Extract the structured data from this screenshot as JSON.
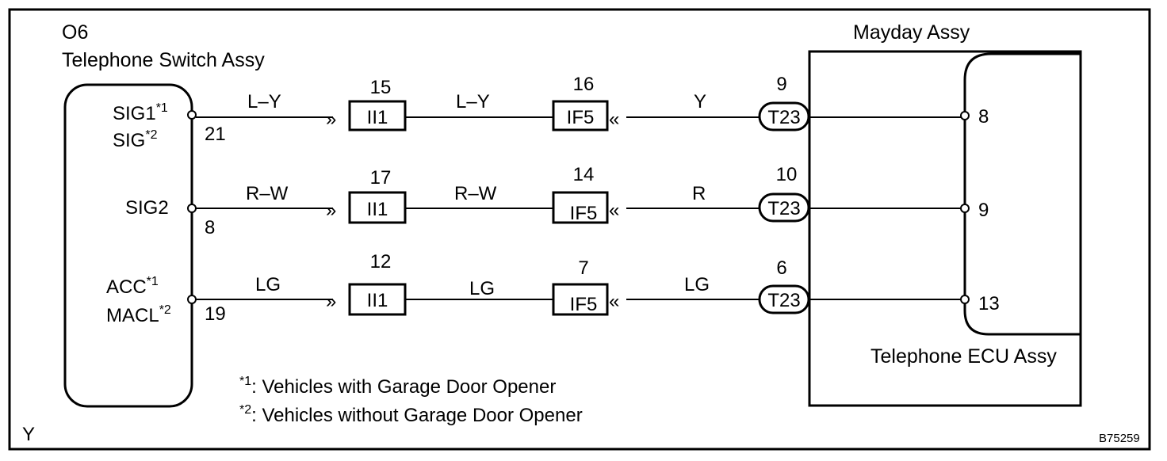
{
  "corner_code": "Y",
  "figure_id": "B75259",
  "left_component": {
    "code": "O6",
    "name": "Telephone Switch Assy",
    "pins": [
      {
        "label": "SIG1",
        "label_sup": "*1",
        "alt_label": "SIG",
        "alt_sup": "*2",
        "pin": "21"
      },
      {
        "label": "SIG2",
        "label_sup": "",
        "alt_label": "",
        "alt_sup": "",
        "pin": "8"
      },
      {
        "label": "ACC",
        "label_sup": "*1",
        "alt_label": "MACL",
        "alt_sup": "*2",
        "pin": "19"
      }
    ]
  },
  "right_component": {
    "outer_name": "Mayday Assy",
    "inner_name": "Telephone ECU Assy"
  },
  "circuits": [
    {
      "wire_left": "L–Y",
      "conn1_name": "II1",
      "conn1_pin": "15",
      "wire_mid": "L–Y",
      "conn2_name": "IF5",
      "conn2_pin": "16",
      "wire_right": "Y",
      "conn3_name": "T23",
      "conn3_pin": "9",
      "ecu_pin": "8"
    },
    {
      "wire_left": "R–W",
      "conn1_name": "II1",
      "conn1_pin": "17",
      "wire_mid": "R–W",
      "conn2_name": "IF5",
      "conn2_pin": "14",
      "wire_right": "R",
      "conn3_name": "T23",
      "conn3_pin": "10",
      "ecu_pin": "9"
    },
    {
      "wire_left": "LG",
      "conn1_name": "II1",
      "conn1_pin": "12",
      "wire_mid": "LG",
      "conn2_name": "IF5",
      "conn2_pin": "7",
      "wire_right": "LG",
      "conn3_name": "T23",
      "conn3_pin": "6",
      "ecu_pin": "13"
    }
  ],
  "footnotes": [
    {
      "mark": "*1",
      "text": ": Vehicles with Garage Door Opener"
    },
    {
      "mark": "*2",
      "text": ": Vehicles without Garage Door Opener"
    }
  ]
}
